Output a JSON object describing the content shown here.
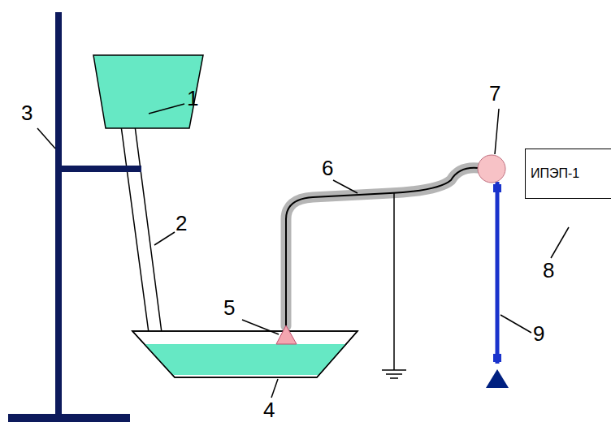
{
  "diagram": {
    "nodes": [
      {
        "text": [
          "ИПЭП-1"
        ]
      }
    ],
    "labels": [
      "1",
      "2",
      "3",
      "4",
      "5",
      "6",
      "7",
      "8",
      "9"
    ]
  }
}
